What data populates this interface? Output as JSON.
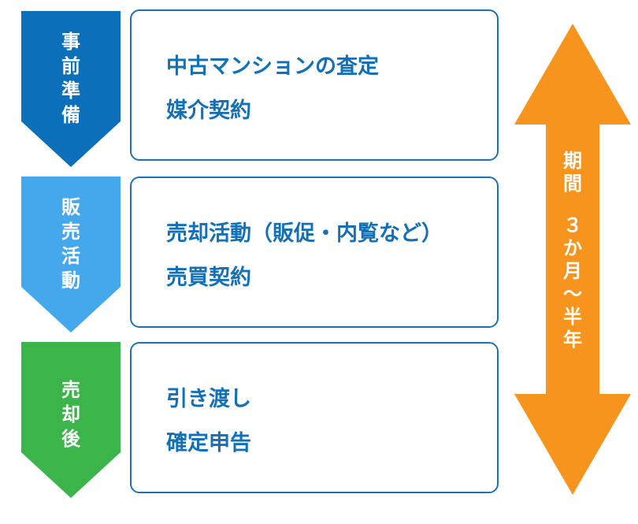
{
  "stages": [
    {
      "label": [
        "事",
        "前",
        "準",
        "備"
      ],
      "color": "#0b6fba",
      "items": [
        "中古マンションの査定",
        "媒介契約"
      ]
    },
    {
      "label": [
        "販",
        "売",
        "活",
        "動"
      ],
      "color": "#46a8ec",
      "items": [
        "売却活動（販促・内覧など）",
        "売買契約"
      ]
    },
    {
      "label": [
        "売",
        "却",
        "後"
      ],
      "color": "#3bb54a",
      "items": [
        "引き渡し",
        "確定申告"
      ]
    }
  ],
  "period": {
    "label_top": [
      "期",
      "間"
    ],
    "label_bottom": [
      "３",
      "か",
      "月",
      "〜",
      "半",
      "年"
    ],
    "color": "#f7941d"
  }
}
